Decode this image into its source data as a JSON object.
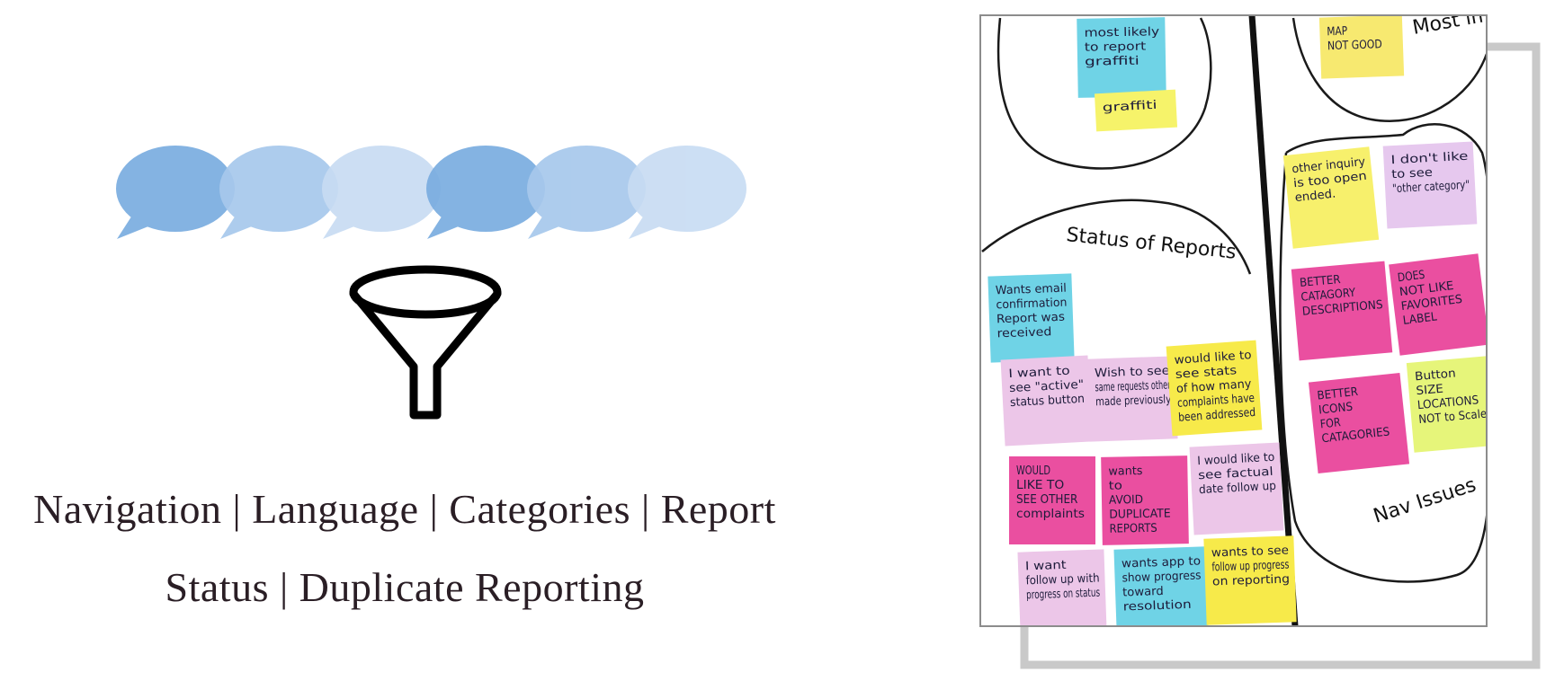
{
  "bubble_colors": [
    "#7aade0",
    "#a7c8ec",
    "#c8dcf3",
    "#7aade0",
    "#a7c8ec",
    "#c8dcf3"
  ],
  "caption": {
    "line1": "Navigation | Language | Categories | Report",
    "line2": "Status | Duplicate Reporting"
  },
  "icons": {
    "bubbles": "speech-bubble-icon",
    "funnel": "funnel-icon"
  },
  "board": {
    "labels": {
      "status": "Status of Reports",
      "nav": "Nav Issues",
      "top_right": "Most imp"
    },
    "notes": [
      {
        "id": "graffiti-likely",
        "color": "#6fd3e6",
        "lines": [
          "most likely",
          "to report",
          "graffiti"
        ]
      },
      {
        "id": "graffiti",
        "color": "#f6f36a",
        "lines": [
          "graffiti"
        ]
      },
      {
        "id": "map-not-good",
        "color": "#f7e970",
        "lines": [
          "MAP",
          "NOT GOOD"
        ]
      },
      {
        "id": "other-inquiry",
        "color": "#f7f06c",
        "lines": [
          "other inquiry",
          "is too open",
          "ended."
        ]
      },
      {
        "id": "other-category",
        "color": "#e6c8ee",
        "lines": [
          "I don't like",
          "to see",
          "\"other category\""
        ]
      },
      {
        "id": "email-confirmation",
        "color": "#6fd3e6",
        "lines": [
          "Wants email",
          "confirmation",
          "Report was",
          "received"
        ]
      },
      {
        "id": "active-status",
        "color": "#ecc6e8",
        "lines": [
          "I want to",
          "see \"active\"",
          "status button"
        ]
      },
      {
        "id": "same-requests",
        "color": "#ecc6e8",
        "lines": [
          "Wish to see",
          "same requests other",
          "made previously"
        ]
      },
      {
        "id": "stats-addressed",
        "color": "#f7ea4a",
        "lines": [
          "would like to",
          "see stats",
          "of how many",
          "complaints have",
          "been addressed"
        ]
      },
      {
        "id": "better-category-desc",
        "color": "#ea4fa0",
        "lines": [
          "BETTER",
          "CATAGORY",
          "DESCRIPTIONS"
        ]
      },
      {
        "id": "favorites-label",
        "color": "#ea4fa0",
        "lines": [
          "DOES",
          "NOT LIKE",
          "FAVORITES",
          "LABEL"
        ]
      },
      {
        "id": "other-complaints",
        "color": "#ea4fa0",
        "lines": [
          "WOULD",
          "LIKE TO",
          "SEE OTHER",
          "complaints"
        ]
      },
      {
        "id": "avoid-duplicate",
        "color": "#ea4fa0",
        "lines": [
          "wants",
          "to",
          "AVOID",
          "DUPLICATE",
          "REPORTS"
        ]
      },
      {
        "id": "date-follow-up",
        "color": "#ecc6e8",
        "lines": [
          "I would like to",
          "see factual",
          "date follow up"
        ]
      },
      {
        "id": "better-icons",
        "color": "#ea4fa0",
        "lines": [
          "BETTER",
          "ICONS",
          "FOR",
          "CATAGORIES"
        ]
      },
      {
        "id": "button-size",
        "color": "#e6f57a",
        "lines": [
          "Button",
          "SIZE",
          "LOCATIONS",
          "NOT to Scale"
        ]
      },
      {
        "id": "follow-up-status",
        "color": "#ecc6e8",
        "lines": [
          "I want",
          "follow up with",
          "progress on status"
        ]
      },
      {
        "id": "show-progress",
        "color": "#6fd3e6",
        "lines": [
          "wants app to",
          "show progress",
          "toward",
          "resolution"
        ]
      },
      {
        "id": "follow-up-reporting",
        "color": "#f7ea4a",
        "lines": [
          "wants to see",
          "follow up progress",
          "on reporting"
        ]
      }
    ]
  }
}
